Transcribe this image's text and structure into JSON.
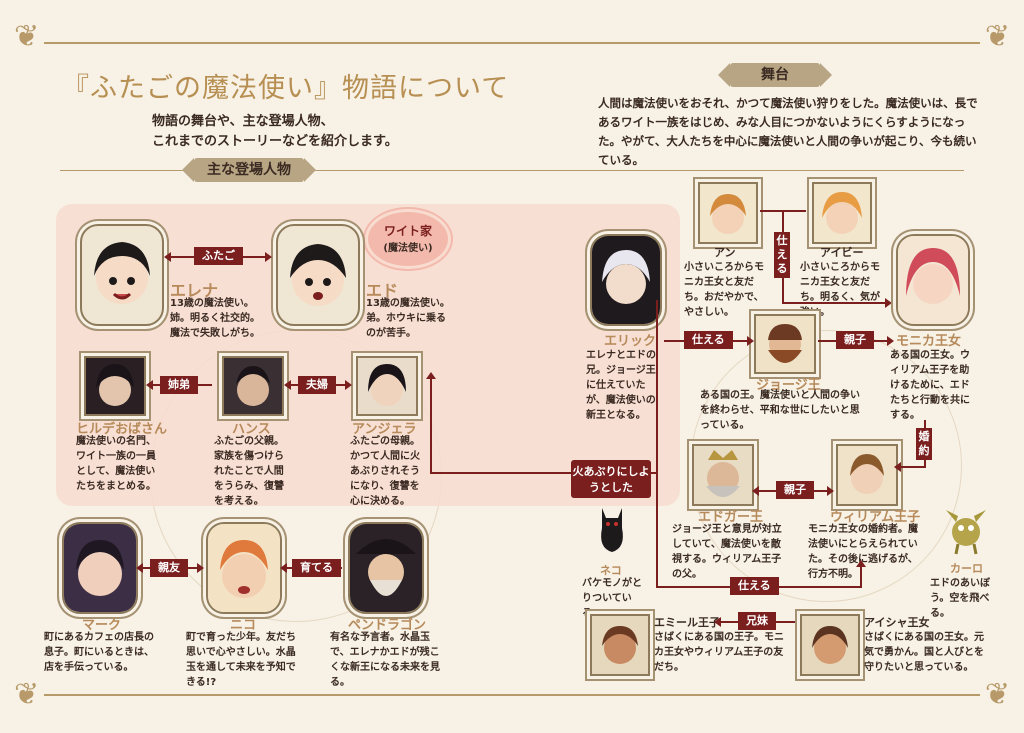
{
  "header": {
    "title": "『ふたごの魔法使い』物語について",
    "intro_line1": "物語の舞台や、主な登場人物、",
    "intro_line2": "これまでのストーリーなどを紹介します。"
  },
  "stage": {
    "label": "舞台",
    "text": "人間は魔法使いをおそれ、かつて魔法使い狩りをした。魔法使いは、長であるワイト一族をはじめ、みな人目につかないようにくらすようになった。やがて、大人たちを中心に魔法使いと人間の争いが起こり、今も続いている。"
  },
  "characters_section": {
    "label": "主な登場人物"
  },
  "white_house": {
    "line1": "ワイト家",
    "line2": "(魔法使い)"
  },
  "characters": {
    "elena": {
      "name": "エレナ",
      "desc": "13歳の魔法使い。姉。明るく社交的。魔法で失敗しがち。"
    },
    "ed": {
      "name": "エド",
      "desc": "13歳の魔法使い。弟。ホウキに乗るのが苦手。"
    },
    "hilde": {
      "name": "ヒルデおばさん",
      "desc": "魔法使いの名門、ワイト一族の一員として、魔法使いたちをまとめる。"
    },
    "hans": {
      "name": "ハンス",
      "desc": "ふたごの父親。家族を傷つけられたことで人間をうらみ、復讐を考える。"
    },
    "angela": {
      "name": "アンジェラ",
      "desc": "ふたごの母親。かつて人間に火あぶりされそうになり、復讐を心に決める。"
    },
    "mark": {
      "name": "マーク",
      "desc": "町にあるカフェの店長の息子。町にいるときは、店を手伝っている。"
    },
    "nico": {
      "name": "ニコ",
      "desc": "町で育った少年。友だち思いで心やさしい。水晶玉を通して未来を予知できる!?"
    },
    "pendragon": {
      "name": "ペンドラゴン",
      "desc": "有名な予言者。水晶玉で、エレナかエドが残こくな新王になる未来を見る。"
    },
    "eric": {
      "name": "エリック",
      "desc": "エレナとエドの兄。ジョージ王に仕えていたが、魔法使いの新王となる。"
    },
    "anne": {
      "name": "アン",
      "desc": "小さいころからモニカ王女と友だち。おだやかで、やさしい。"
    },
    "ivy": {
      "name": "アイビー",
      "desc": "小さいころからモニカ王女と友だち。明るく、気が強い。"
    },
    "monica": {
      "name": "モニカ王女",
      "desc": "ある国の王女。ウィリアム王子を助けるために、エドたちと行動を共にする。"
    },
    "george": {
      "name": "ジョージ王",
      "desc": "ある国の王。魔法使いと人間の争いを終わらせ、平和な世にしたいと思っている。"
    },
    "edgar": {
      "name": "エドガー王",
      "desc": "ジョージ王と意見が対立していて、魔法使いを敵視する。ウィリアム王子の父。"
    },
    "william": {
      "name": "ウィリアム王子",
      "desc": "モニカ王女の婚約者。魔法使いにとらえられていた。その後に逃げるが、行方不明。"
    },
    "neko": {
      "name": "ネコ",
      "desc": "バケモノがとりついている。"
    },
    "karo": {
      "name": "カーロ",
      "desc": "エドのあいぼう。空を飛べる。"
    },
    "emil": {
      "name": "エミール王子",
      "desc": "さばくにある国の王子。モニカ王女やウィリアム王子の友だち。"
    },
    "aisha": {
      "name": "アイシャ王女",
      "desc": "さばくにある国の王女。元気で勇かん。国と人びとを守りたいと思っている。"
    }
  },
  "relations": {
    "twins": "ふたご",
    "siblings_sister": "姉弟",
    "couple": "夫婦",
    "best_friend": "親友",
    "raise": "育てる",
    "serve_eric": "仕える",
    "serve_anne": "仕える",
    "parent_george": "親子",
    "parent_edgar": "親子",
    "engaged": "婚約",
    "serve_bottom": "仕える",
    "brothers": "兄妹",
    "fire": "火あぶりにしようとした"
  },
  "colors": {
    "accent": "#7a1e1e",
    "gold": "#b78f52",
    "banner": "#b8a584",
    "family_bg": "#f8dccf"
  }
}
